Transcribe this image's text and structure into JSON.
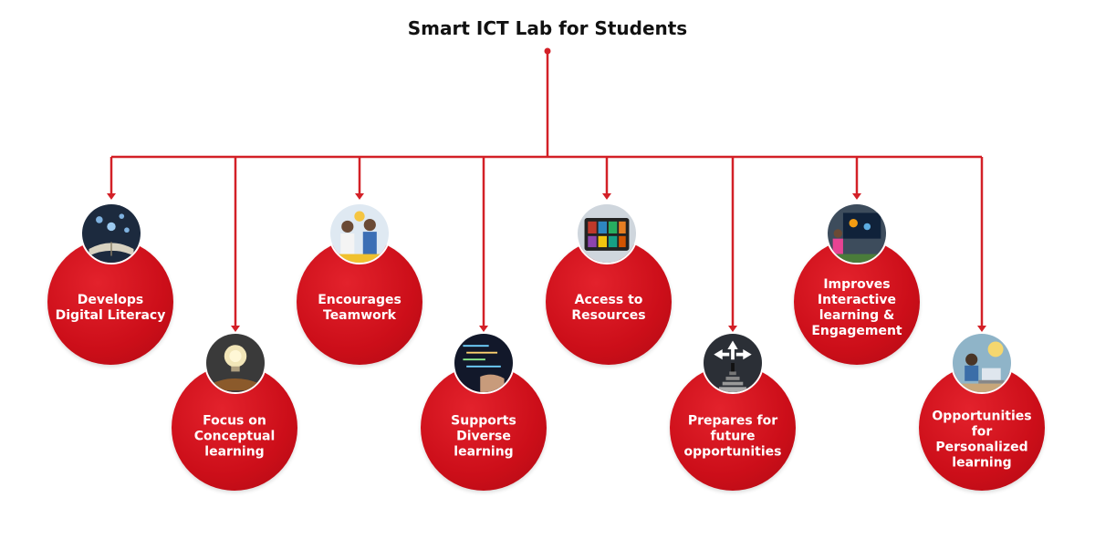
{
  "title": "Smart ICT Lab for Students",
  "colors": {
    "accent": "#d0101b",
    "line": "#d32027",
    "text_on_accent": "#ffffff",
    "title": "#111111"
  },
  "nodes": [
    {
      "label": "Develops\nDigital Literacy",
      "icon": "book-digital-icon"
    },
    {
      "label": "Focus on\nConceptual\nlearning",
      "icon": "lightbulb-book-icon"
    },
    {
      "label": "Encourages\nTeamwork",
      "icon": "students-group-icon"
    },
    {
      "label": "Supports\nDiverse\nlearning",
      "icon": "laptop-code-icon"
    },
    {
      "label": "Access to\nResources",
      "icon": "tablet-library-icon"
    },
    {
      "label": "Prepares for\nfuture\nopportunities",
      "icon": "stairs-arrows-icon"
    },
    {
      "label": "Improves\nInteractive\nlearning &\nEngagement",
      "icon": "smart-board-icon"
    },
    {
      "label": "Opportunities\nfor Personalized\nlearning",
      "icon": "student-laptop-icon"
    }
  ]
}
